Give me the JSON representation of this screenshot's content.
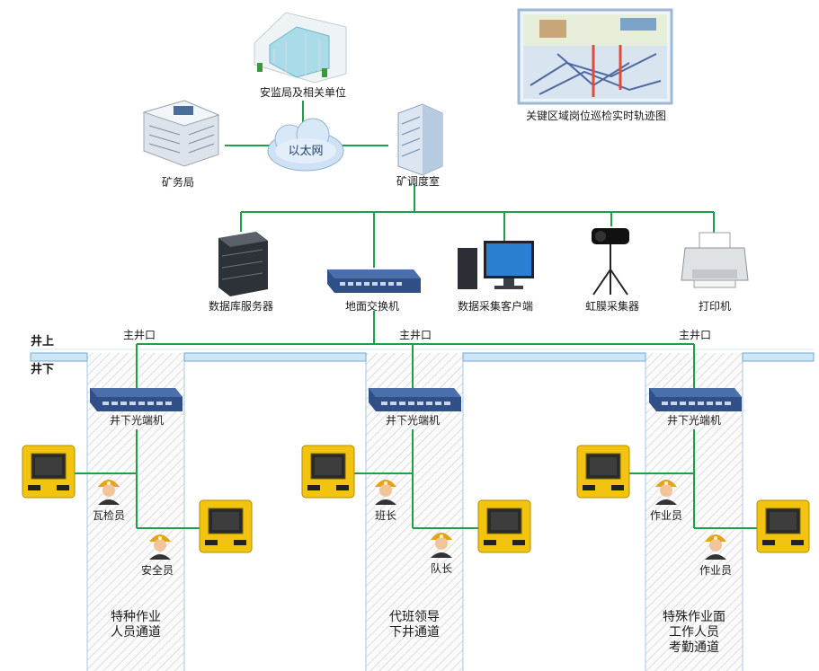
{
  "network": {
    "safety_bureau": "安监局及相关单位",
    "mining_bureau": "矿务局",
    "ethernet": "以太网",
    "dispatch_room": "矿调度室",
    "trajectory_map": "关键区域岗位巡检实时轨迹图"
  },
  "surface_devices": {
    "db_server": "数据库服务器",
    "ground_switch": "地面交换机",
    "client": "数据采集客户端",
    "iris_collector": "虹膜采集器",
    "printer": "打印机"
  },
  "levels": {
    "above": "井上",
    "below": "井下",
    "shaft_mouth": "主井口"
  },
  "underground": {
    "optical_terminal": "井下光端机",
    "zones": [
      {
        "workers": [
          "瓦检员",
          "安全员"
        ],
        "passage": "特种作业\n人员通道"
      },
      {
        "workers": [
          "班长",
          "队长"
        ],
        "passage": "代班领导\n下井通道"
      },
      {
        "workers": [
          "作业员",
          "作业员"
        ],
        "passage": "特殊作业面\n工作人员\n考勤通道"
      }
    ]
  },
  "colors": {
    "link": "#1aa046",
    "ground_band": "#cfe6f7",
    "ground_border": "#6fa8d6",
    "hatch": "#e3e3e3",
    "reader": "#f2c40f",
    "switch": "#2f4f86"
  }
}
